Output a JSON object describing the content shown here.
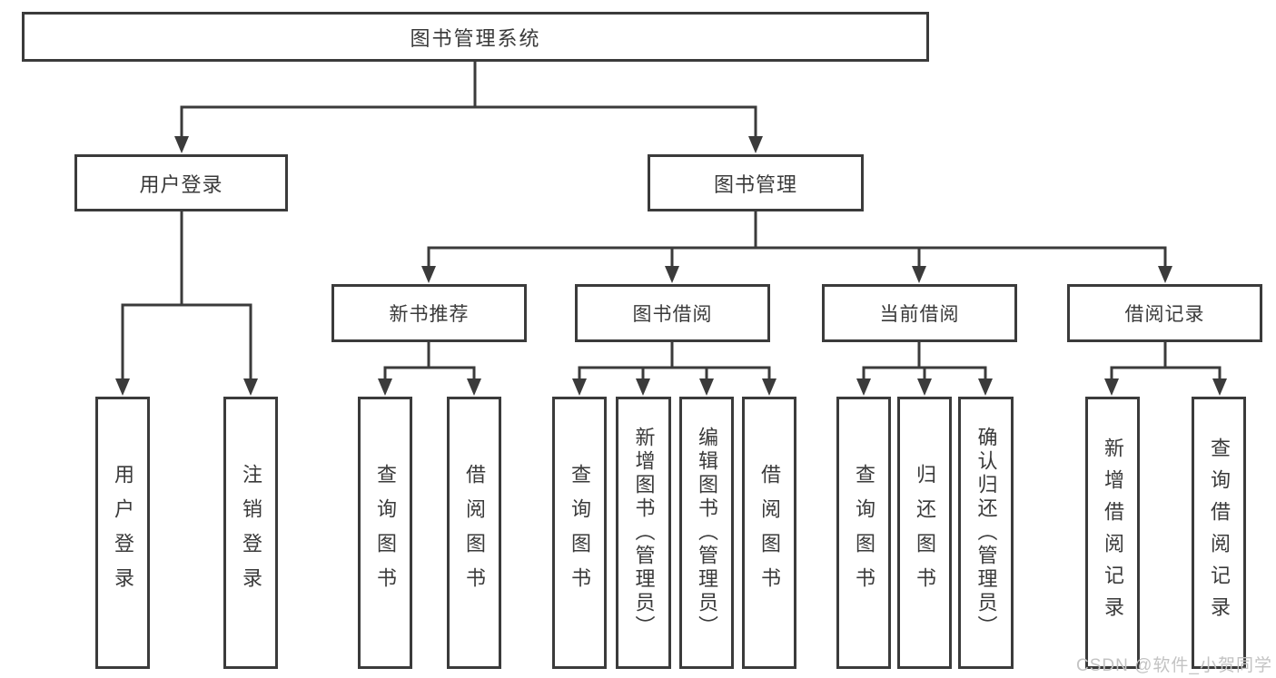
{
  "colors": {
    "line": "#3b3b3b",
    "text": "#3a3a3a",
    "background": "#ffffff",
    "watermark": "#c3c3c3"
  },
  "watermark": {
    "text": "CSDN @软件_小贺同学"
  },
  "tree": {
    "root": {
      "label": "图书管理系统",
      "children": [
        {
          "label": "用户登录",
          "children": [
            {
              "label": "用户登录"
            },
            {
              "label": "注销登录"
            }
          ]
        },
        {
          "label": "图书管理",
          "children": [
            {
              "label": "新书推荐",
              "children": [
                {
                  "label": "查询图书"
                },
                {
                  "label": "借阅图书"
                }
              ]
            },
            {
              "label": "图书借阅",
              "children": [
                {
                  "label": "查询图书"
                },
                {
                  "label": "新增图书（管理员）"
                },
                {
                  "label": "编辑图书（管理员）"
                },
                {
                  "label": "借阅图书"
                }
              ]
            },
            {
              "label": "当前借阅",
              "children": [
                {
                  "label": "查询图书"
                },
                {
                  "label": "归还图书"
                },
                {
                  "label": "确认归还（管理员）"
                }
              ]
            },
            {
              "label": "借阅记录",
              "children": [
                {
                  "label": "新增借阅记录"
                },
                {
                  "label": "查询借阅记录"
                }
              ]
            }
          ]
        }
      ]
    }
  }
}
